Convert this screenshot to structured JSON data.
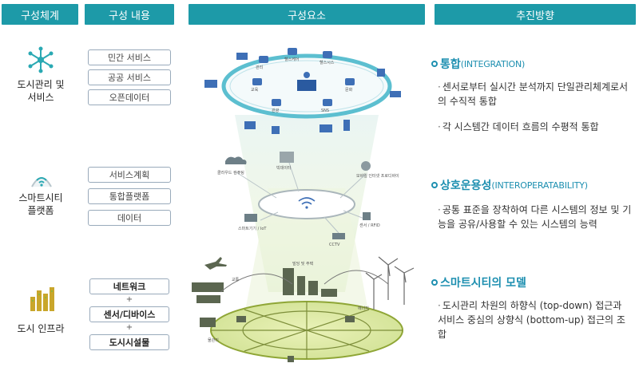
{
  "headers": {
    "system": "구성체계",
    "contents": "구성 내용",
    "elements": "구성요소",
    "direction": "추진방향"
  },
  "tiers": [
    {
      "label_line1": "도시관리 및",
      "label_line2": "서비스",
      "icon": "snowflake-network-icon",
      "items": [
        "민간 서비스",
        "공공 서비스",
        "오픈데이터"
      ]
    },
    {
      "label_line1": "스마트시티",
      "label_line2": "플랫폼",
      "icon": "wifi-dome-icon",
      "items": [
        "서비스계획",
        "통합플랫폼",
        "데이터"
      ]
    },
    {
      "label_line1": "도시 인프라",
      "label_line2": "",
      "icon": "city-buildings-icon",
      "items": [
        "네트워크",
        "센서/디바이스",
        "도시시설물"
      ],
      "separator": "+"
    }
  ],
  "directions": [
    {
      "title_ko": "통합",
      "title_en": "(INTEGRATION)",
      "points": [
        "센서로부터 실시간 분석까지 단일관리체계로서의 수직적 통합",
        "각 시스템간 데이터 흐름의 수평적 통합"
      ]
    },
    {
      "title_ko": "상호운용성",
      "title_en": "(INTEROPERATABILITY)",
      "points": [
        "공통 표준을 장착하여 다른 시스템의 정보 및 기능을 공유/사용할 수 있는 시스템의 능력"
      ]
    },
    {
      "title_ko": "스마트시티의 모델",
      "title_en": "",
      "points": [
        "도시관리 차원의 하향식 (top-down) 접근과 서비스 중심의 상향식 (bottom-up) 접근의 조합"
      ]
    }
  ],
  "diagram": {
    "top_ring_labels": [
      "관리",
      "헬스케어",
      "헬스시스",
      "교육",
      "문화",
      "관광",
      "SNS"
    ],
    "middle_labels": [
      "클라우드 컴퓨팅",
      "빅데이터",
      "모바일 인터넷 프로디바이",
      "스마트기기 / IoT",
      "센서 / RFID",
      "CCTV"
    ],
    "bottom_labels": [
      "교통",
      "빌딩 및 주택",
      "에너지",
      "물관리"
    ]
  },
  "colors": {
    "header": "#1d9aa8",
    "accent": "#1d8fb0",
    "ring": "#2aa9b3"
  }
}
